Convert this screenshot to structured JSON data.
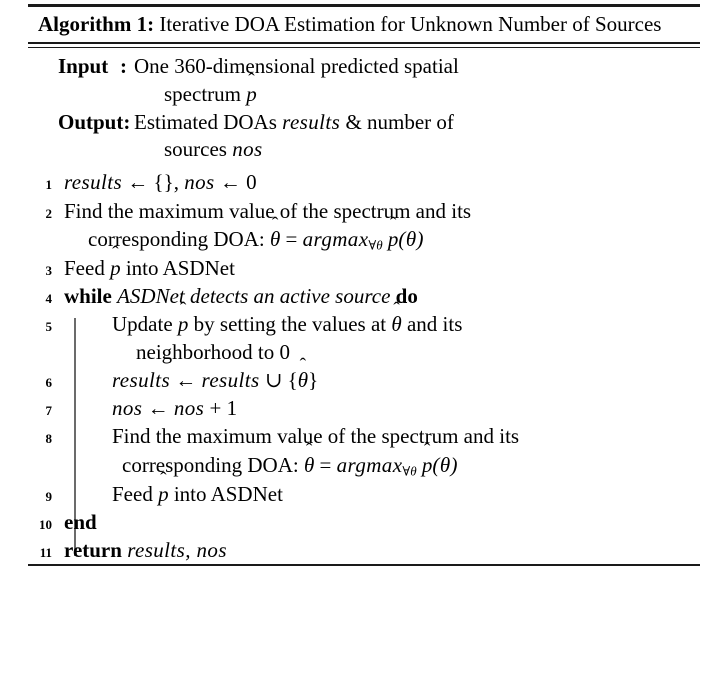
{
  "algorithm": {
    "header": {
      "keyword": "Algorithm 1:",
      "title": "Iterative DOA Estimation for Unknown Number of Sources"
    },
    "io": [
      {
        "label": "Input",
        "colon": ":",
        "text": "One 360-dimensional predicted spatial",
        "continuation": "spectrum p̂"
      },
      {
        "label": "Output:",
        "colon": "",
        "text": "Estimated DOAs results & number of",
        "continuation": "sources nos"
      }
    ],
    "lines": [
      {
        "number": "1",
        "text": "results ← {}, nos ← 0",
        "style": "math",
        "indent": 0
      },
      {
        "number": "2",
        "text": "Find the maximum value of the spectrum and its",
        "continuation": "corresponding DOA: θ̂ = argmax∀θ p̂(θ)",
        "style": "text",
        "indent": 0
      },
      {
        "number": "3",
        "text": "Feed p̂ into ASDNet",
        "style": "text",
        "indent": 0
      },
      {
        "number": "4",
        "keyword": "while",
        "condition": "ASDNet detects an active source",
        "keyword_end": "do",
        "style": "control",
        "indent": 0
      },
      {
        "number": "5",
        "text": "Update p̂ by setting the values at θ̂ and its",
        "continuation": "neighborhood to 0",
        "style": "text",
        "indent": 1
      },
      {
        "number": "6",
        "text": "results ← results ∪ {θ̂}",
        "style": "math",
        "indent": 1
      },
      {
        "number": "7",
        "text": "nos ← nos + 1",
        "style": "math",
        "indent": 1
      },
      {
        "number": "8",
        "text": "Find the maximum value of the spectrum and its",
        "continuation": "corresponding DOA: θ̂ = argmax∀θ p̂(θ)",
        "style": "text",
        "indent": 1
      },
      {
        "number": "9",
        "text": "Feed p̂ into ASDNet",
        "style": "text",
        "indent": 1
      },
      {
        "number": "10",
        "keyword": "end",
        "style": "control",
        "indent": 0
      },
      {
        "number": "11",
        "keyword": "return",
        "condition": "results, nos",
        "style": "control",
        "indent": 0
      }
    ]
  }
}
